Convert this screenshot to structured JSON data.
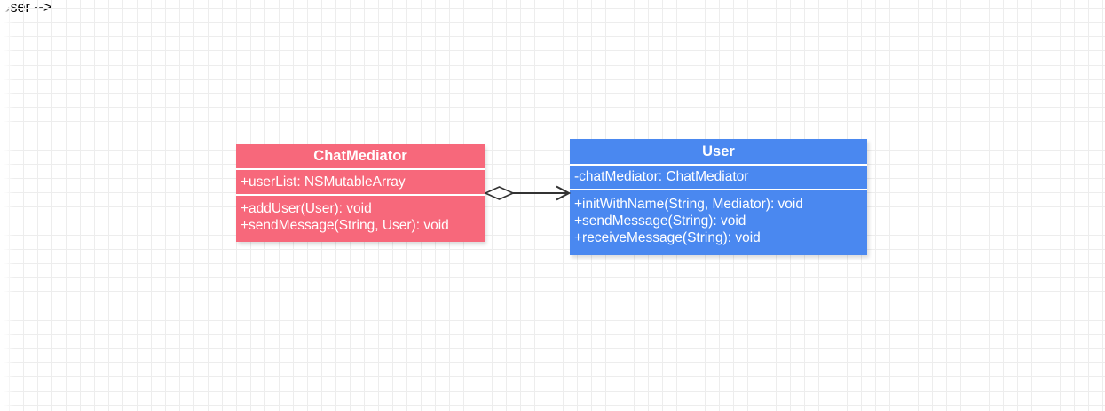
{
  "diagram": {
    "type": "uml-class-diagram",
    "classes": [
      {
        "name": "ChatMediator",
        "fill_color": "#F7687B",
        "attributes": [
          "+userList: NSMutableArray"
        ],
        "methods": [
          "+addUser(User): void",
          "+sendMessage(String, User): void"
        ]
      },
      {
        "name": "User",
        "fill_color": "#4A88F0",
        "attributes": [
          "-chatMediator: ChatMediator"
        ],
        "methods": [
          "+initWithName(String, Mediator): void",
          "+sendMessage(String): void",
          "+receiveMessage(String): void"
        ]
      }
    ],
    "connectors": [
      {
        "type": "aggregation",
        "from": "ChatMediator",
        "to": "User",
        "source_marker": "open-diamond",
        "target_marker": "open-arrow"
      }
    ],
    "colors": {
      "chatmediator_fill": "#F7687B",
      "user_fill": "#4A88F0",
      "edge": "#333333",
      "grid_line": "#ededed",
      "canvas_background": "#ffffff",
      "class_text": "#ffffff"
    }
  }
}
